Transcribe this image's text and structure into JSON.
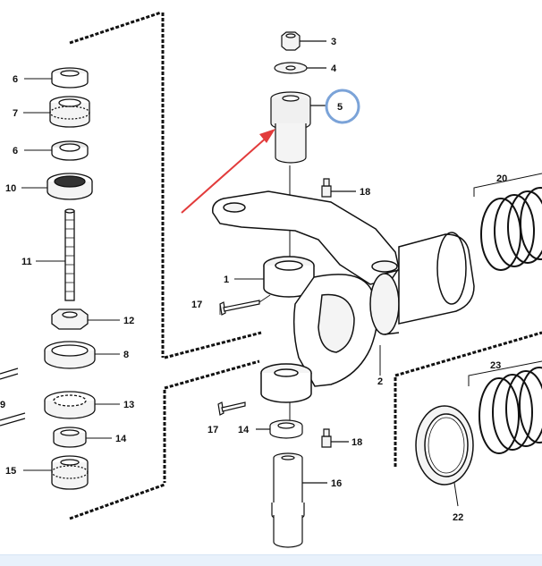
{
  "diagram": {
    "callouts": {
      "c1": "1",
      "c2": "2",
      "c3": "3",
      "c4": "4",
      "c5": "5",
      "c6a": "6",
      "c6b": "6",
      "c7": "7",
      "c8": "8",
      "c9": "9",
      "c10": "10",
      "c11": "11",
      "c12": "12",
      "c13": "13",
      "c14a": "14",
      "c14b": "14",
      "c15": "15",
      "c16": "16",
      "c17a": "17",
      "c17b": "17",
      "c18a": "18",
      "c18b": "18",
      "c20": "20",
      "c22": "22",
      "c23": "23"
    },
    "highlight": {
      "part": "5",
      "circle_color": "#7ba3d8",
      "arrow_color": "#e23b3b"
    },
    "colors": {
      "line": "#111111",
      "footer_band": "#e8f1fb"
    }
  }
}
